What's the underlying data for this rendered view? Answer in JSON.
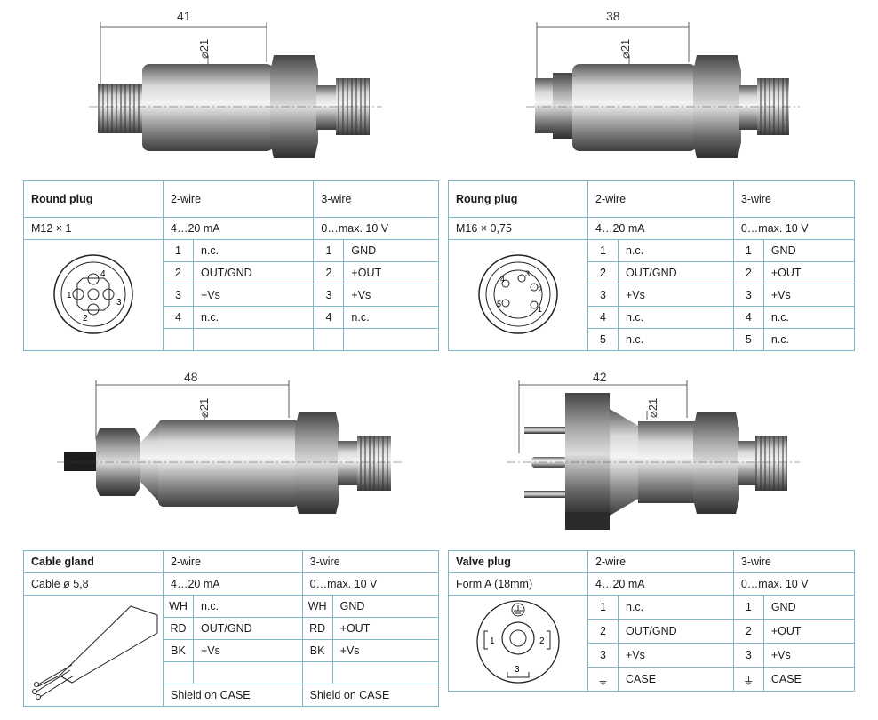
{
  "dims": {
    "d1": "41",
    "d2": "38",
    "d3": "48",
    "d4": "42",
    "diam": "⌀21"
  },
  "round_plug": {
    "head": [
      "Round plug",
      "2-wire",
      "3-wire"
    ],
    "sub": [
      "M12 × 1",
      "4…20 mA",
      "0…max. 10 V"
    ],
    "rows": [
      [
        "1",
        "n.c.",
        "1",
        "GND"
      ],
      [
        "2",
        "OUT/GND",
        "2",
        "+OUT"
      ],
      [
        "3",
        "+Vs",
        "3",
        "+Vs"
      ],
      [
        "4",
        "n.c.",
        "4",
        "n.c."
      ],
      [
        "",
        "",
        "",
        ""
      ]
    ],
    "pins": [
      "1",
      "2",
      "3",
      "4"
    ]
  },
  "roung_plug": {
    "head": [
      "Roung plug",
      "2-wire",
      "3-wire"
    ],
    "sub": [
      "M16 × 0,75",
      "4…20 mA",
      "0…max. 10 V"
    ],
    "rows": [
      [
        "1",
        "n.c.",
        "1",
        "GND"
      ],
      [
        "2",
        "OUT/GND",
        "2",
        "+OUT"
      ],
      [
        "3",
        "+Vs",
        "3",
        "+Vs"
      ],
      [
        "4",
        "n.c.",
        "4",
        "n.c."
      ],
      [
        "5",
        "n.c.",
        "5",
        "n.c."
      ]
    ],
    "pins": [
      "1",
      "2",
      "3",
      "4",
      "5"
    ]
  },
  "cable_gland": {
    "head": [
      "Cable gland",
      "2-wire",
      "3-wire"
    ],
    "sub": [
      "Cable ø 5,8",
      "4…20 mA",
      "0…max. 10 V"
    ],
    "rows": [
      [
        "WH",
        "n.c.",
        "WH",
        "GND"
      ],
      [
        "RD",
        "OUT/GND",
        "RD",
        "+OUT"
      ],
      [
        "BK",
        "+Vs",
        "BK",
        "+Vs"
      ],
      [
        "",
        "",
        "",
        ""
      ]
    ],
    "foot": [
      "Shield on CASE",
      "Shield on CASE"
    ]
  },
  "valve_plug": {
    "head": [
      "Valve plug",
      "2-wire",
      "3-wire"
    ],
    "sub": [
      "Form A (18mm)",
      "4…20 mA",
      "0…max. 10 V"
    ],
    "rows": [
      [
        "1",
        "n.c.",
        "1",
        "GND"
      ],
      [
        "2",
        "OUT/GND",
        "2",
        "+OUT"
      ],
      [
        "3",
        "+Vs",
        "3",
        "+Vs"
      ],
      [
        "⏚",
        "CASE",
        "⏚",
        "CASE"
      ]
    ],
    "pins": [
      "1",
      "2",
      "3"
    ]
  }
}
